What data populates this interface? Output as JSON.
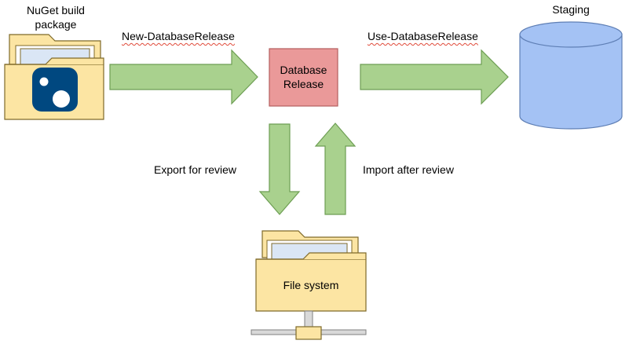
{
  "nodes": {
    "nuget_package_label": "NuGet build\npackage",
    "database_release_label": "Database\nRelease",
    "staging_label": "Staging",
    "file_system_label": "File system"
  },
  "edges": {
    "new_release_label": "New-DatabaseRelease",
    "use_release_label": "Use-DatabaseRelease",
    "export_label": "Export for review",
    "import_label": "Import after review"
  },
  "colors": {
    "arrow_fill": "#a9d18e",
    "arrow_stroke": "#6d9e53",
    "release_box_fill": "#ea9999",
    "release_box_stroke": "#b45f5f",
    "cylinder_fill": "#a4c2f4",
    "folder_fill": "#fce5a3",
    "folder_stroke": "#7f6a2a",
    "nuget_logo": "#004880"
  }
}
